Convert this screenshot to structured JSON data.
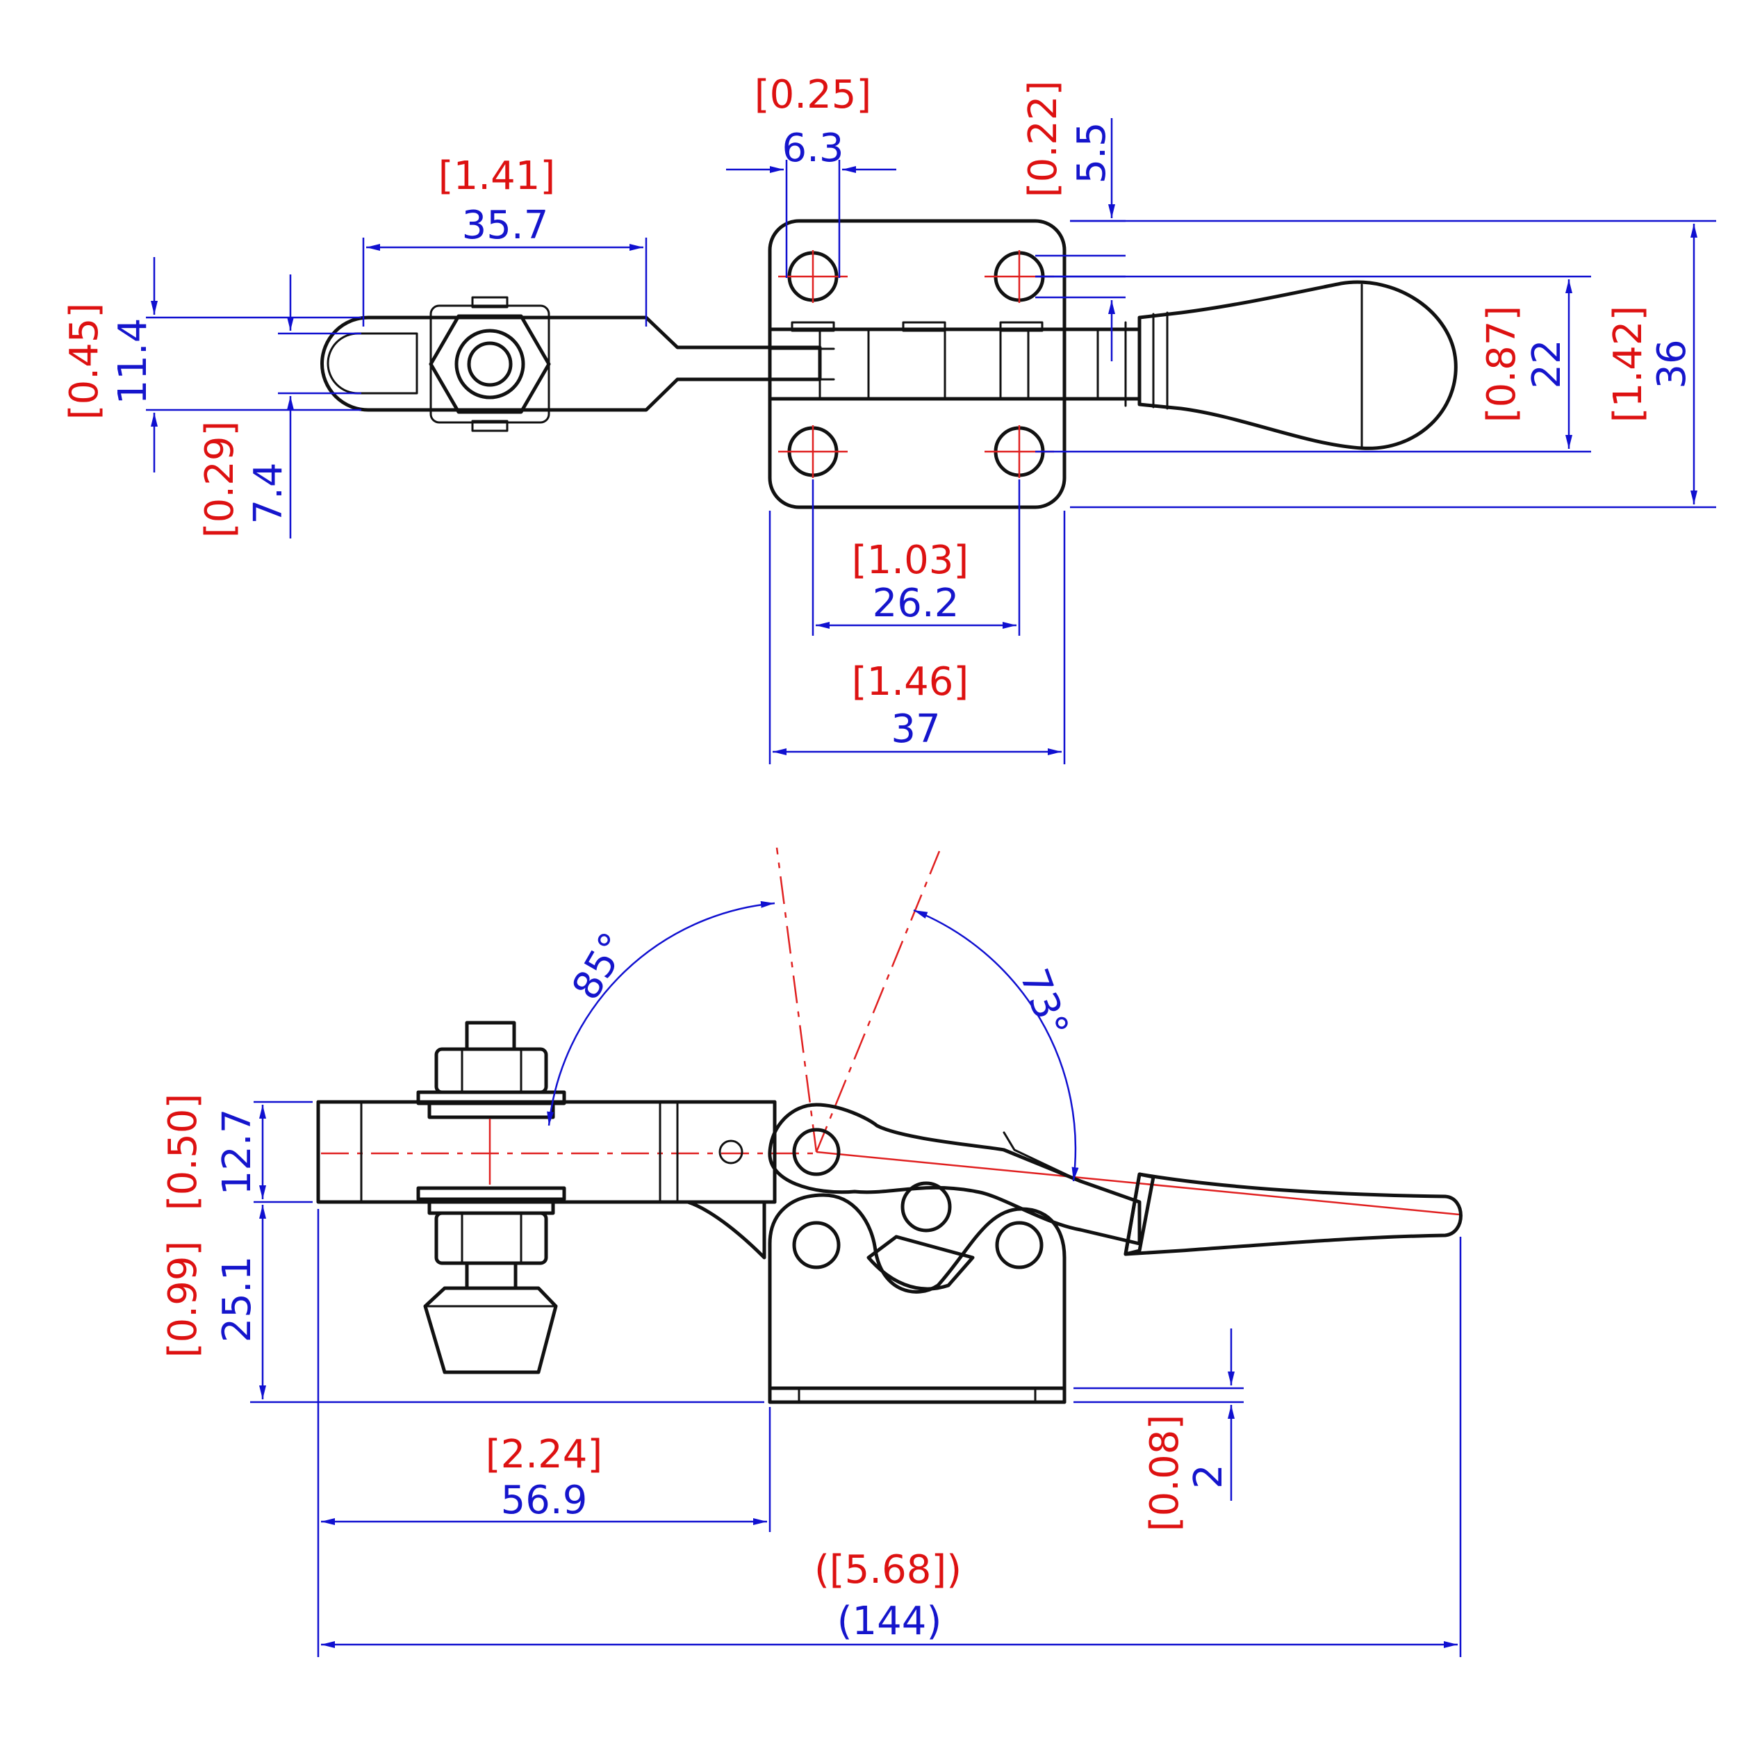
{
  "colors": {
    "metric": "#1515cc",
    "imperial": "#dd1111",
    "outline": "#111111",
    "centerline": "#e02020"
  },
  "top_view": {
    "arm_length": {
      "mm": "35.7",
      "in": "[1.41]"
    },
    "slot_width": {
      "mm": "6.3",
      "in": "[0.25]"
    },
    "hole_offset": {
      "mm": "5.5",
      "in": "[0.22]"
    },
    "arm_width": {
      "mm": "11.4",
      "in": "[0.45]"
    },
    "arm_inner": {
      "mm": "7.4",
      "in": "[0.29]"
    },
    "hole_spacing_x": {
      "mm": "26.2",
      "in": "[1.03]"
    },
    "base_width": {
      "mm": "37",
      "in": "[1.46]"
    },
    "hole_spacing_y": {
      "mm": "22",
      "in": "[0.87]"
    },
    "base_height": {
      "mm": "36",
      "in": "[1.42]"
    }
  },
  "side_view": {
    "open_angle_arm": "85°",
    "open_angle_handle": "73°",
    "bar_height": {
      "mm": "12.7",
      "in": "[0.50]"
    },
    "spindle_height": {
      "mm": "25.1",
      "in": "[0.99]"
    },
    "base_plate": {
      "mm": "2",
      "in": "[0.08]"
    },
    "reach": {
      "mm": "56.9",
      "in": "[2.24]"
    },
    "overall_length": {
      "mm": "144",
      "in": "[5.68]"
    }
  }
}
